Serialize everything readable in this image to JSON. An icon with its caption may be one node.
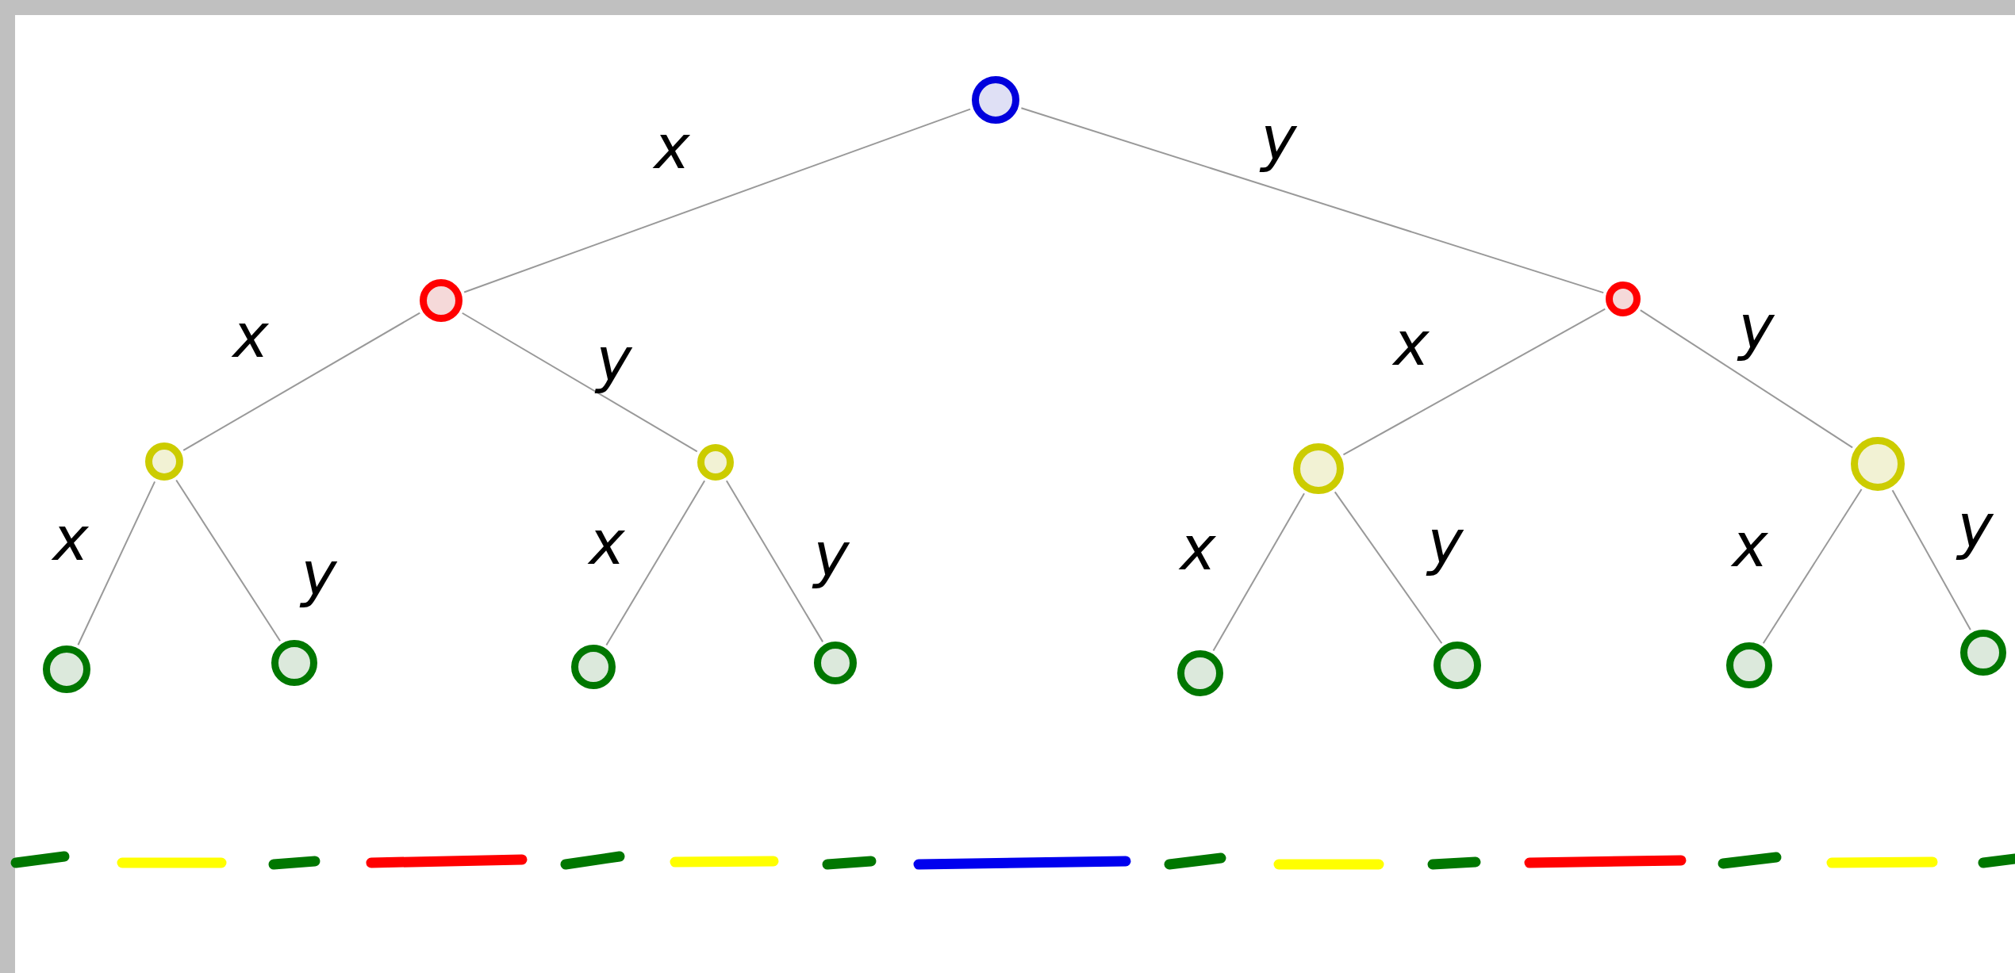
{
  "diagram": {
    "nodes": [
      {
        "text": [],
        "shape": "circle"
      },
      {
        "text": [],
        "shape": "circle"
      },
      {
        "text": [],
        "shape": "circle"
      },
      {
        "text": [],
        "shape": "circle"
      },
      {
        "text": [],
        "shape": "circle"
      },
      {
        "text": [],
        "shape": "circle"
      },
      {
        "text": [],
        "shape": "circle"
      },
      {
        "text": [],
        "shape": "circle"
      },
      {
        "text": [],
        "shape": "circle"
      },
      {
        "text": [],
        "shape": "circle"
      },
      {
        "text": [],
        "shape": "circle"
      },
      {
        "text": [],
        "shape": "circle"
      },
      {
        "text": [],
        "shape": "circle"
      },
      {
        "text": [],
        "shape": "circle"
      },
      {
        "text": [],
        "shape": "circle"
      }
    ],
    "edges": [
      {
        "from": 0,
        "to": 1,
        "arrow": "none",
        "label": "x"
      },
      {
        "from": 0,
        "to": 2,
        "arrow": "none",
        "label": "y"
      },
      {
        "from": 1,
        "to": 3,
        "arrow": "none",
        "label": "x"
      },
      {
        "from": 1,
        "to": 4,
        "arrow": "none",
        "label": "y"
      },
      {
        "from": 2,
        "to": 5,
        "arrow": "none",
        "label": "x"
      },
      {
        "from": 2,
        "to": 6,
        "arrow": "none",
        "label": "y"
      },
      {
        "from": 3,
        "to": 7,
        "arrow": "none",
        "label": "x"
      },
      {
        "from": 3,
        "to": 8,
        "arrow": "none",
        "label": "y"
      },
      {
        "from": 4,
        "to": 9,
        "arrow": "none",
        "label": "x"
      },
      {
        "from": 4,
        "to": 10,
        "arrow": "none",
        "label": "y"
      },
      {
        "from": 5,
        "to": 11,
        "arrow": "none",
        "label": "x"
      },
      {
        "from": 5,
        "to": 12,
        "arrow": "none",
        "label": "y"
      },
      {
        "from": 6,
        "to": 13,
        "arrow": "none",
        "label": "x"
      },
      {
        "from": 6,
        "to": 14,
        "arrow": "none",
        "label": "y"
      }
    ]
  }
}
